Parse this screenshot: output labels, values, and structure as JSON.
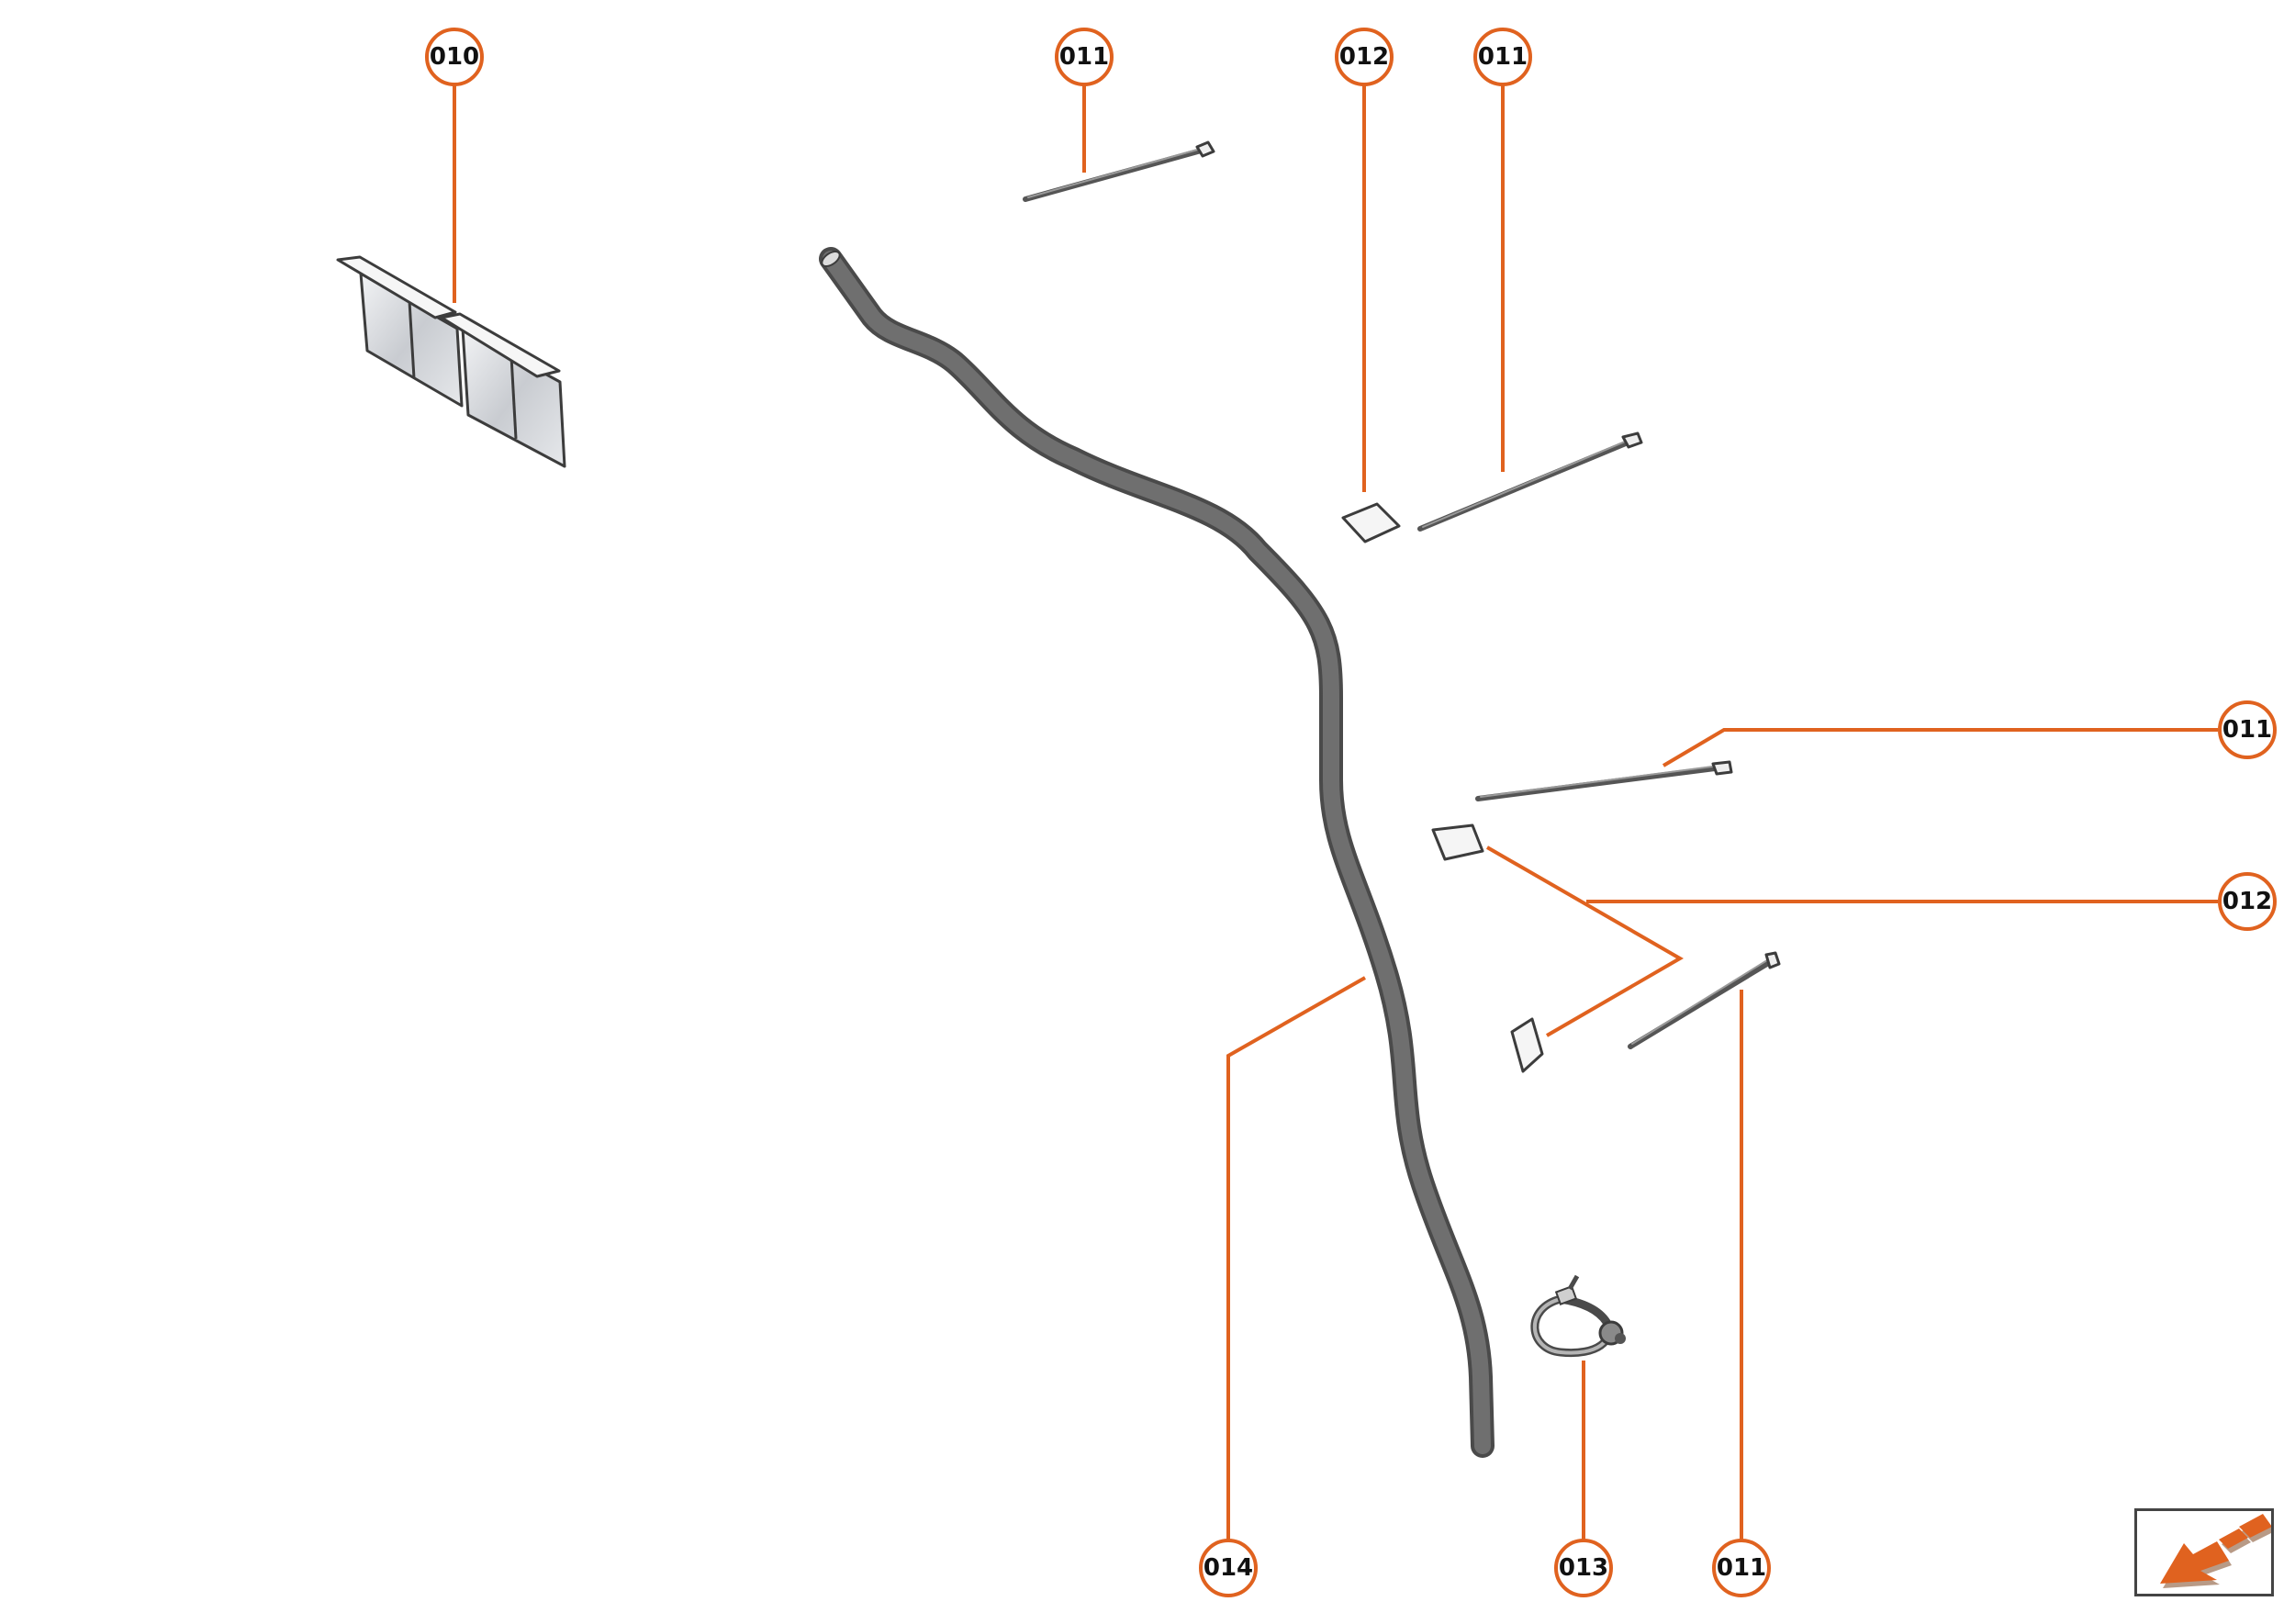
{
  "diagram": {
    "type": "exploded parts illustration",
    "accent_color": "#e0621f",
    "part_color": "#6f6f6f",
    "callouts": [
      {
        "id": "c-010-top",
        "label": "010",
        "part": "mud flap pair"
      },
      {
        "id": "c-011-top-a",
        "label": "011",
        "part": "cable tie"
      },
      {
        "id": "c-012-top",
        "label": "012",
        "part": "adhesive pad"
      },
      {
        "id": "c-011-top-b",
        "label": "011",
        "part": "cable tie"
      },
      {
        "id": "c-011-right",
        "label": "011",
        "part": "cable tie"
      },
      {
        "id": "c-012-right",
        "label": "012",
        "part": "adhesive pad"
      },
      {
        "id": "c-014-bottom",
        "label": "014",
        "part": "hose"
      },
      {
        "id": "c-013-bottom",
        "label": "013",
        "part": "hose clamp"
      },
      {
        "id": "c-011-bottom",
        "label": "011",
        "part": "cable tie"
      }
    ]
  },
  "navigation": {
    "icon": "direction-arrow-icon",
    "color": "#e0621f"
  }
}
